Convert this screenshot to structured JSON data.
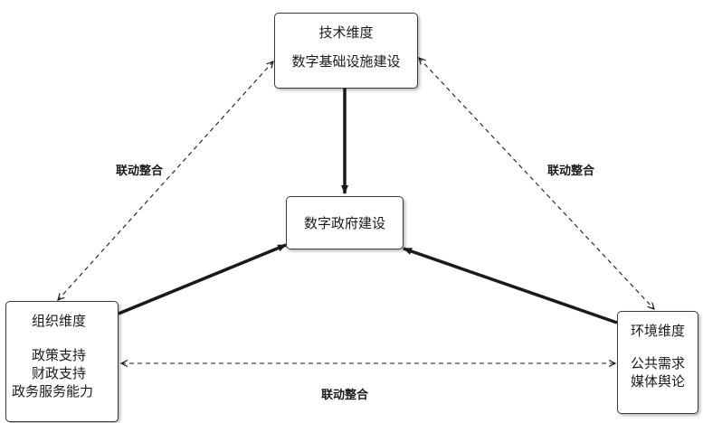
{
  "nodes": {
    "tech": {
      "title": "技术维度",
      "items": [
        "数字基础设施建设"
      ]
    },
    "center": {
      "title": "数字政府建设"
    },
    "org": {
      "title": "组织维度",
      "items": [
        "政策支持",
        "财政支持",
        "政务服务能力"
      ]
    },
    "env": {
      "title": "环境维度",
      "items": [
        "公共需求",
        "媒体舆论"
      ]
    }
  },
  "edge_labels": {
    "left": "联动整合",
    "right": "联动整合",
    "bottom": "联动整合"
  },
  "colors": {
    "line": "#1a1a1a",
    "border": "#3a3a3a",
    "background": "#ffffff"
  }
}
